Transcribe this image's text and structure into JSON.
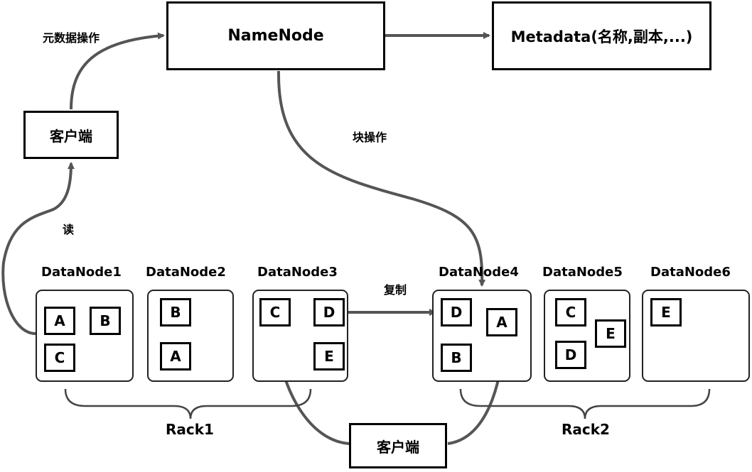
{
  "namenode": {
    "label": "NameNode"
  },
  "metadata": {
    "label": "Metadata(名称,副本,...)"
  },
  "client_top": {
    "label": "客户端"
  },
  "client_bottom": {
    "label": "客户端"
  },
  "edges": {
    "metadata_op": "元数据操作",
    "block_op": "块操作",
    "read": "读",
    "replicate": "复制"
  },
  "racks": [
    "Rack1",
    "Rack2"
  ],
  "datanodes": [
    {
      "name": "DataNode1",
      "blocks": [
        "A",
        "B",
        "C"
      ]
    },
    {
      "name": "DataNode2",
      "blocks": [
        "B",
        "A"
      ]
    },
    {
      "name": "DataNode3",
      "blocks": [
        "C",
        "D",
        "E"
      ]
    },
    {
      "name": "DataNode4",
      "blocks": [
        "D",
        "A",
        "B"
      ]
    },
    {
      "name": "DataNode5",
      "blocks": [
        "C",
        "E",
        "D"
      ]
    },
    {
      "name": "DataNode6",
      "blocks": [
        "E"
      ]
    }
  ]
}
